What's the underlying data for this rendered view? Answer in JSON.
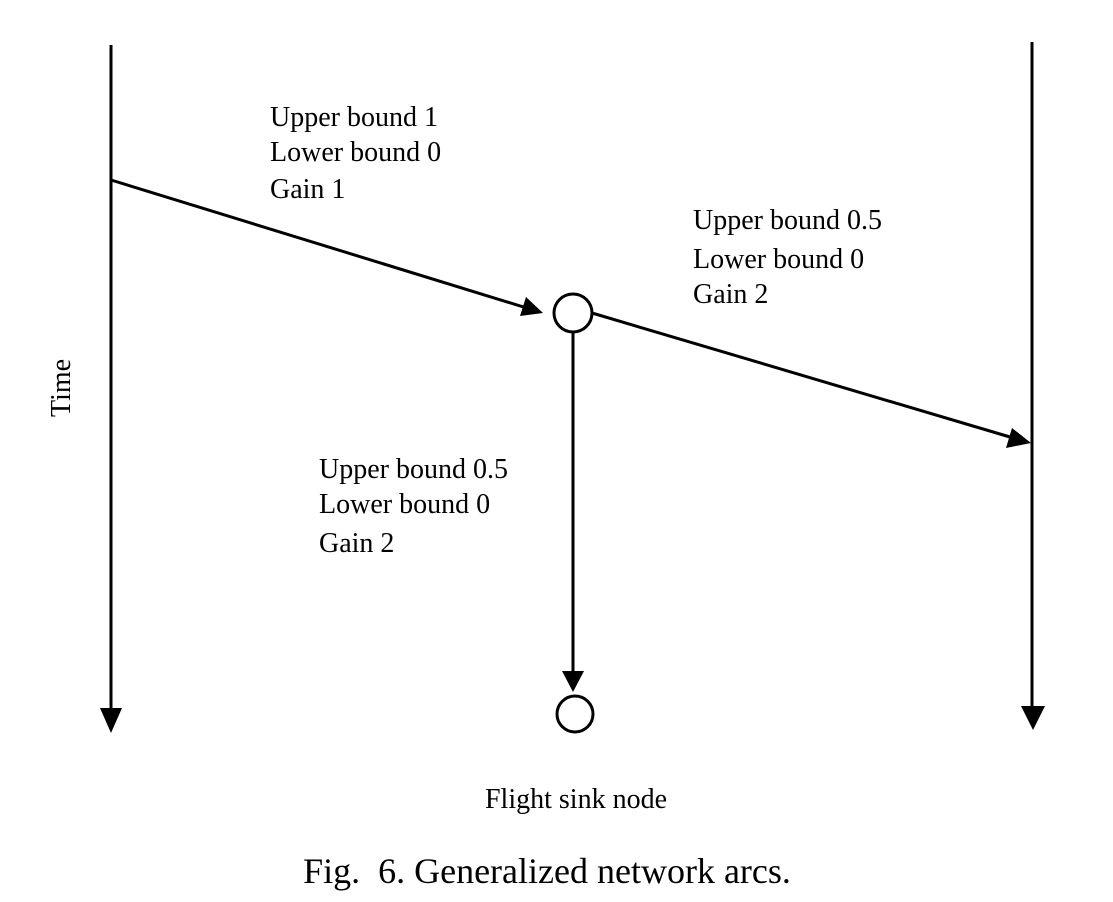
{
  "time_axis_label": "Time",
  "arcs": [
    {
      "upper_bound": "Upper bound 1",
      "lower_bound": "Lower bound 0",
      "gain": "Gain 1"
    },
    {
      "upper_bound": "Upper bound 0.5",
      "lower_bound": "Lower bound 0",
      "gain": "Gain 2"
    },
    {
      "upper_bound": "Upper bound 0.5",
      "lower_bound": "Lower bound 0",
      "gain": "Gain 2"
    }
  ],
  "sink_node_label": "Flight sink node",
  "caption": "Fig.  6. Generalized network arcs."
}
